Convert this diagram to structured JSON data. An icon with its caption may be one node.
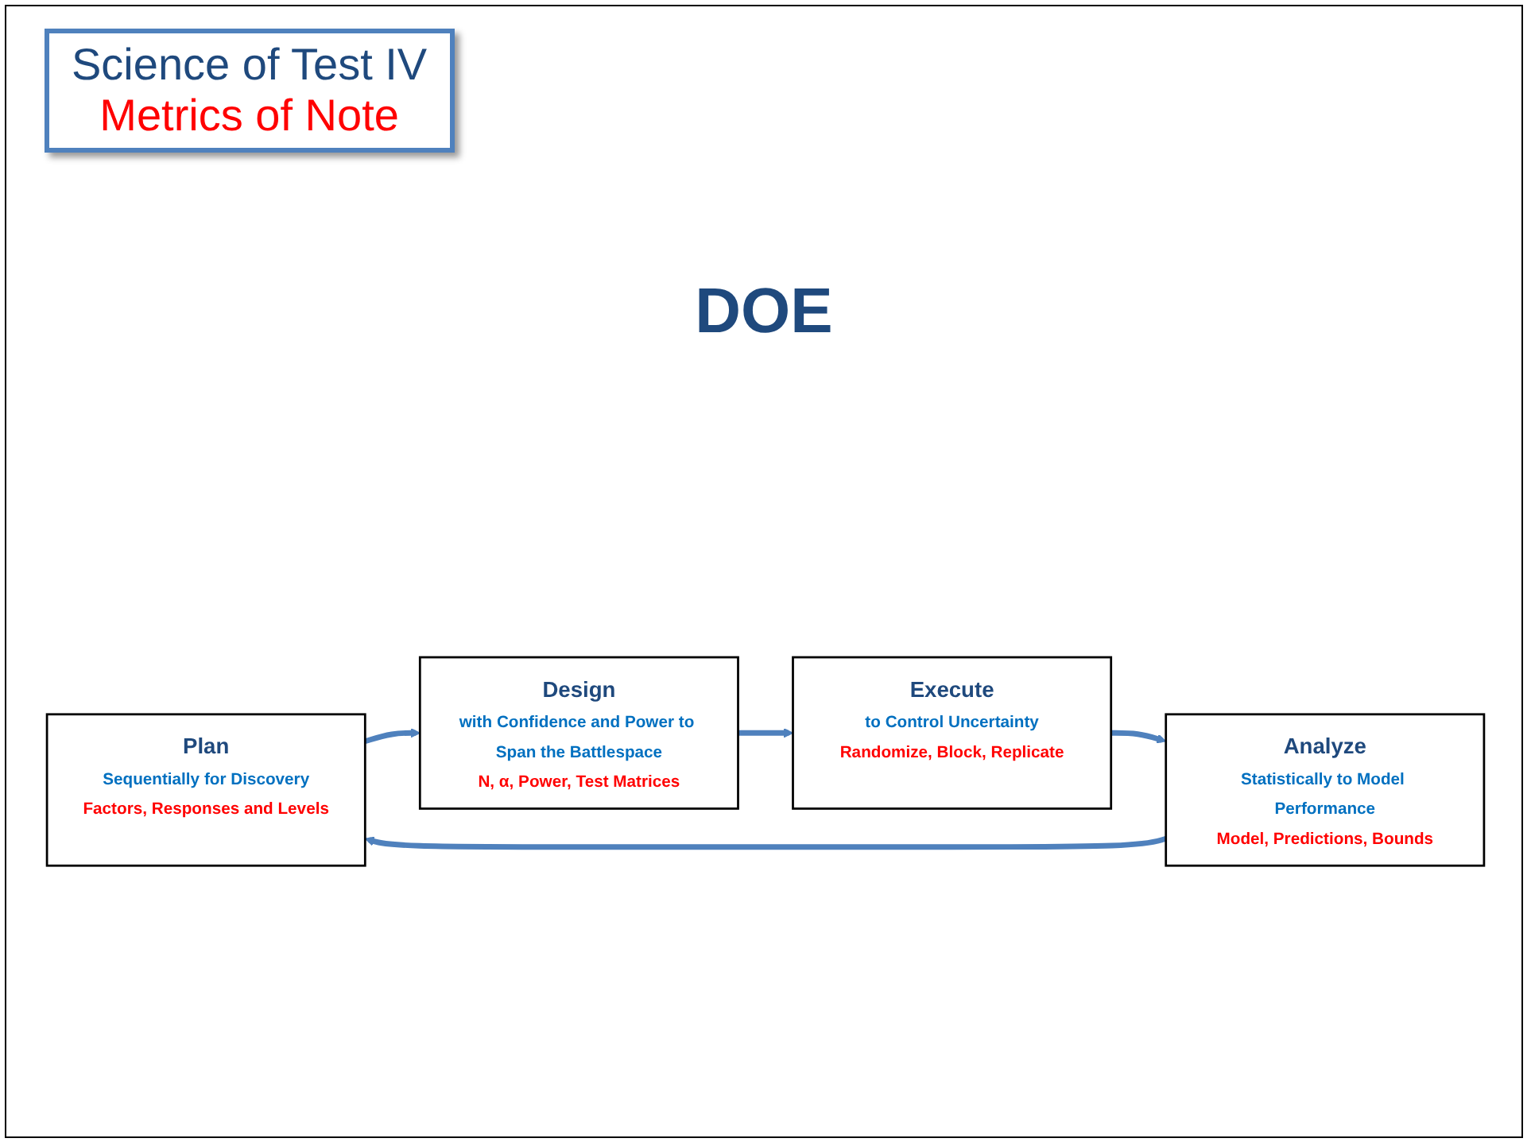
{
  "diagram": {
    "title": "Science of Test IV",
    "nodes": [
      {
        "text": [
          "Plan",
          "Sequentially for Discovery",
          "Factors, Responses and Levels"
        ]
      },
      {
        "text": [
          "Design",
          "with Confidence and Power to Span the Battlespace",
          "N, α, Power, Test Matrices"
        ]
      },
      {
        "text": [
          "Execute",
          "to Control Uncertainty",
          "Randomize, Block, Replicate"
        ]
      },
      {
        "text": [
          "Analyze",
          "Statistically to Model Performance",
          "Model, Predictions, Bounds"
        ]
      }
    ],
    "edges": [
      {
        "from": 0,
        "to": 1,
        "arrow": "to"
      },
      {
        "from": 1,
        "to": 2,
        "arrow": "to"
      },
      {
        "from": 2,
        "to": 3,
        "arrow": "to"
      },
      {
        "from": 3,
        "to": 0,
        "arrow": "to"
      }
    ],
    "labels": [
      "Metrics of Note",
      "DOE"
    ]
  }
}
